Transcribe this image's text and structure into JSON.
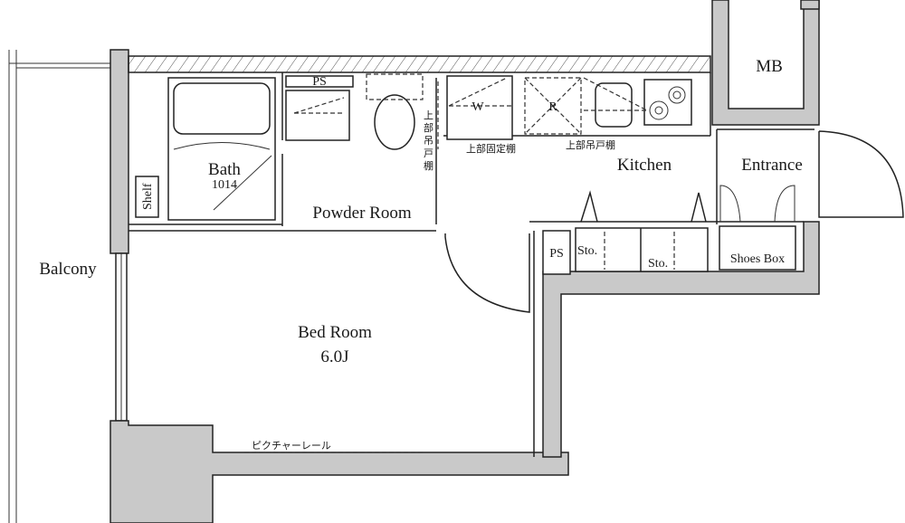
{
  "plan": {
    "rooms": {
      "balcony": "Balcony",
      "bath": "Bath",
      "bath_size": "1014",
      "shelf": "Shelf",
      "powder_room": "Powder Room",
      "kitchen": "Kitchen",
      "entrance": "Entrance",
      "mb": "MB",
      "shoes_box": "Shoes Box",
      "bed_room": "Bed Room",
      "bed_room_size": "6.0J"
    },
    "fixtures": {
      "ps_top": "PS",
      "ps_bottom": "PS",
      "washer": "W",
      "fridge": "R",
      "storage_1": "Sto.",
      "storage_2": "Sto."
    },
    "notes": {
      "upper_hanging_cabinet_vertical": [
        "上",
        "部",
        "吊",
        "戸",
        "棚"
      ],
      "upper_fixed_shelf": "上部固定棚",
      "upper_hanging_cabinet": "上部吊戸棚",
      "picture_rail": "ピクチャーレール"
    },
    "colors": {
      "wall": "#c9c9c9",
      "line": "#222222"
    }
  }
}
